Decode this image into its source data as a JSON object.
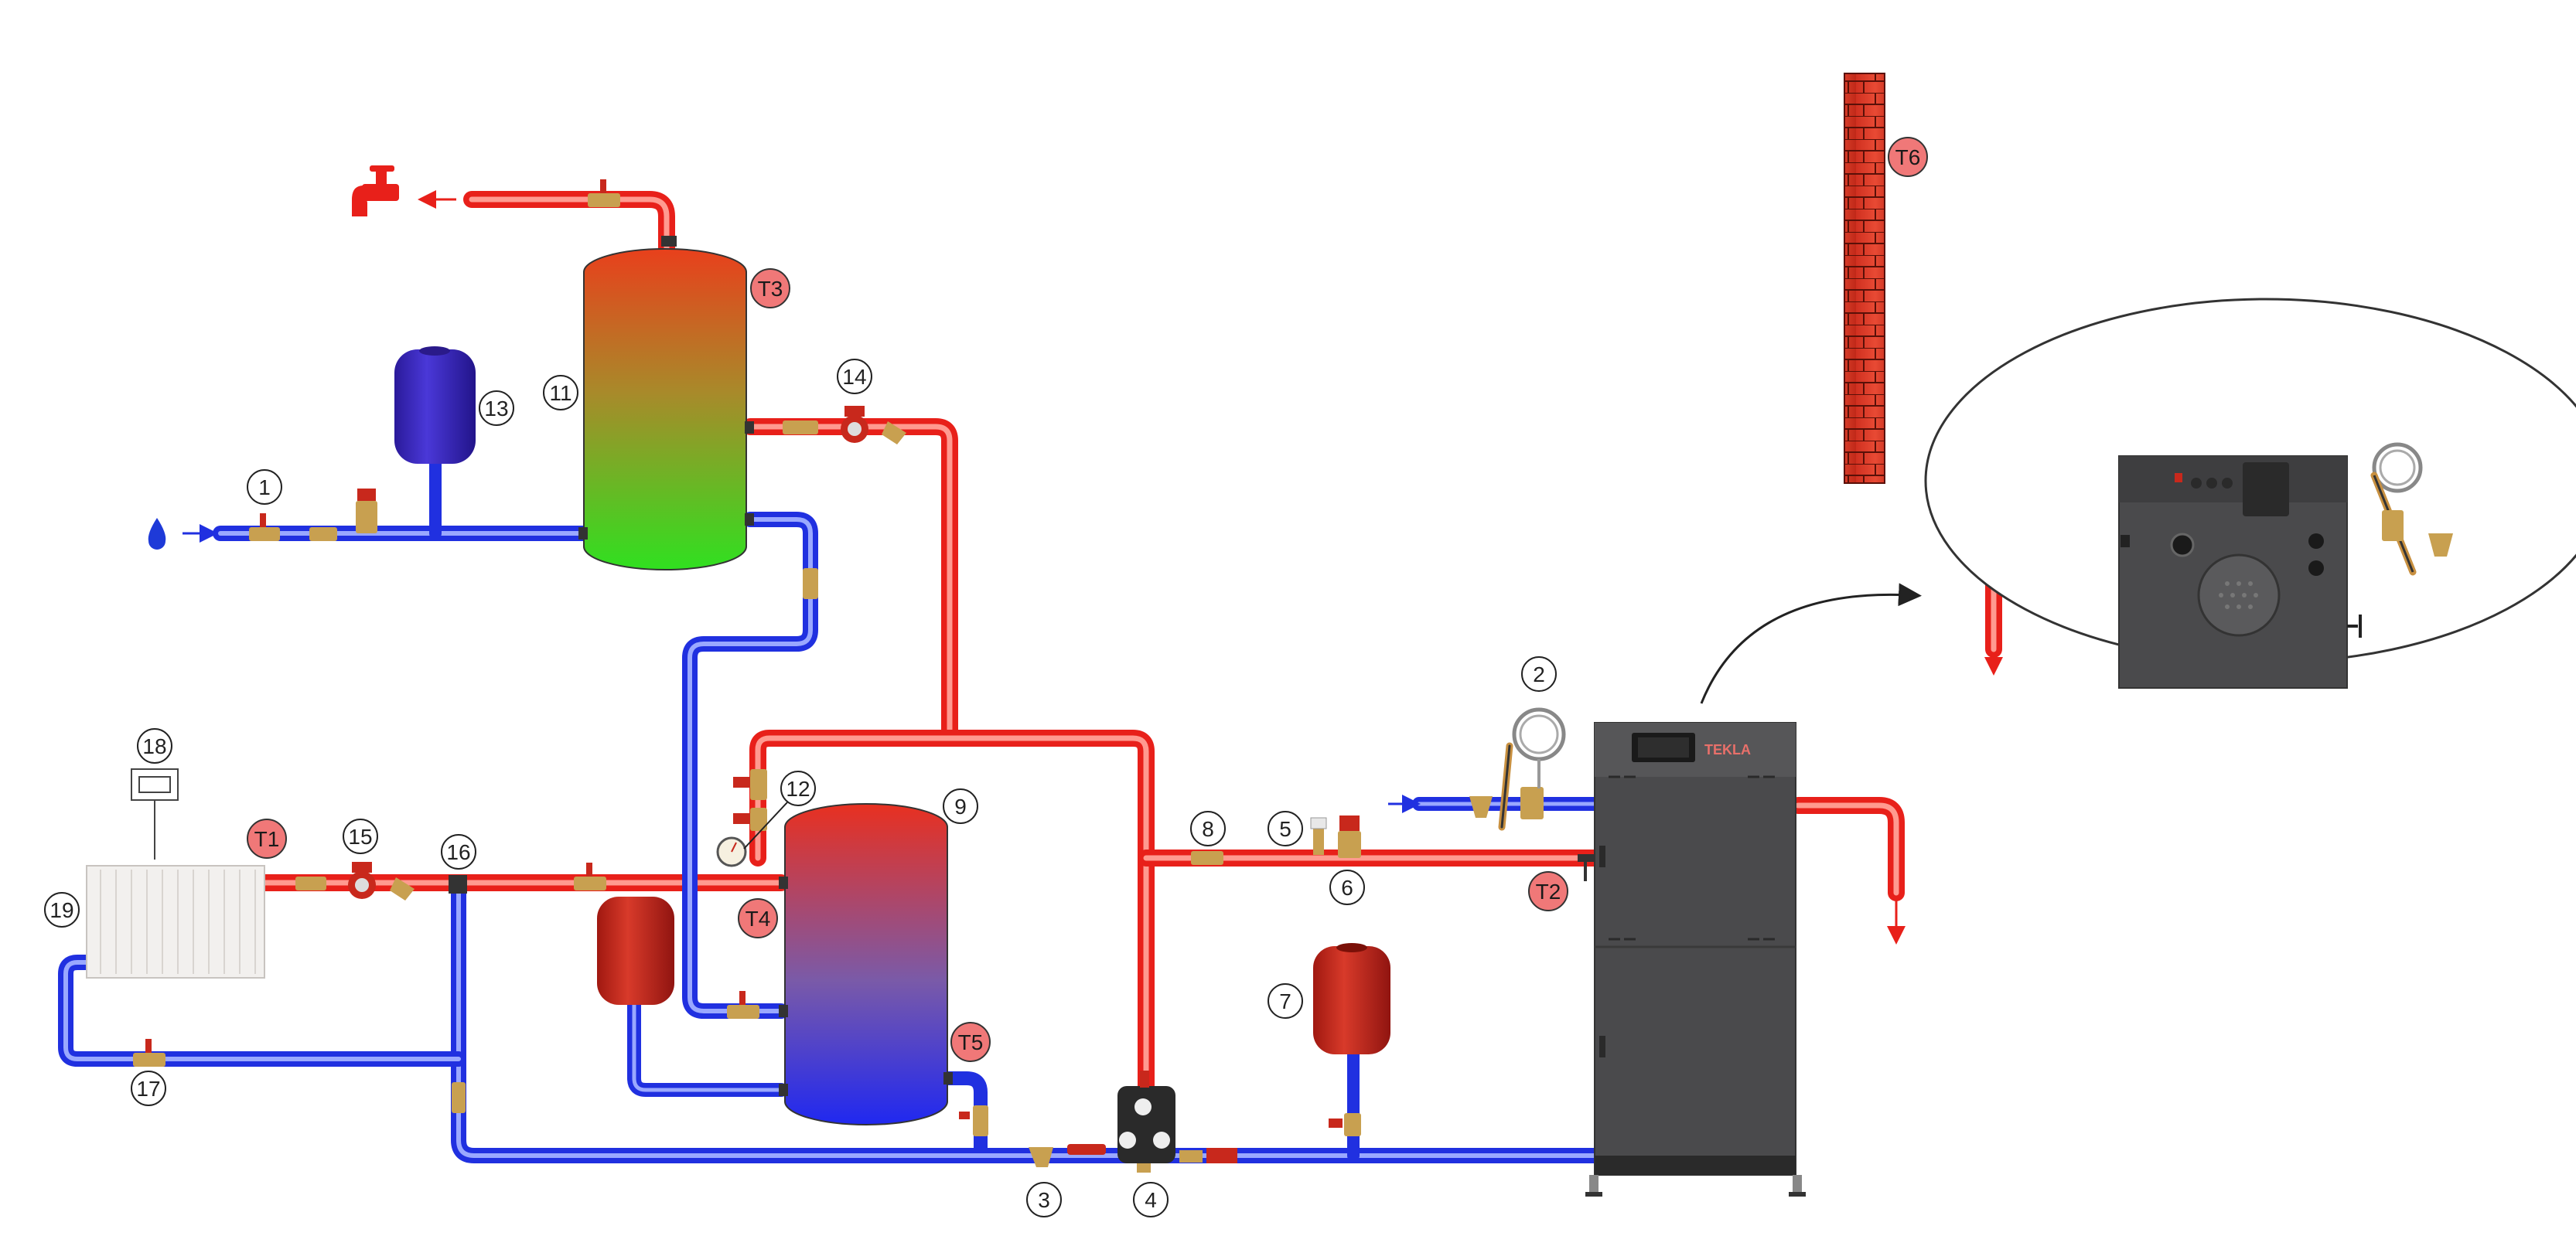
{
  "diagram": {
    "brand_text": "TEKLA",
    "colors": {
      "hot": "#e8201a",
      "cold": "#2030e0",
      "boiler": "#4a4a4c",
      "wall": "#e03828",
      "sensor_fill": "#f07878",
      "tank_hot": "#e8401c",
      "tank_green": "#30e020",
      "tank_cold": "#2030e8",
      "vessel_red": "#c8281c",
      "vessel_blue": "#3824c8",
      "brass": "#c8a050"
    },
    "numbered_labels": [
      "1",
      "2",
      "3",
      "4",
      "5",
      "6",
      "7",
      "8",
      "9",
      "11",
      "12",
      "13",
      "14",
      "15",
      "16",
      "17",
      "18",
      "19"
    ],
    "sensor_labels": [
      "T1",
      "T2",
      "T3",
      "T4",
      "T5",
      "T6"
    ]
  }
}
